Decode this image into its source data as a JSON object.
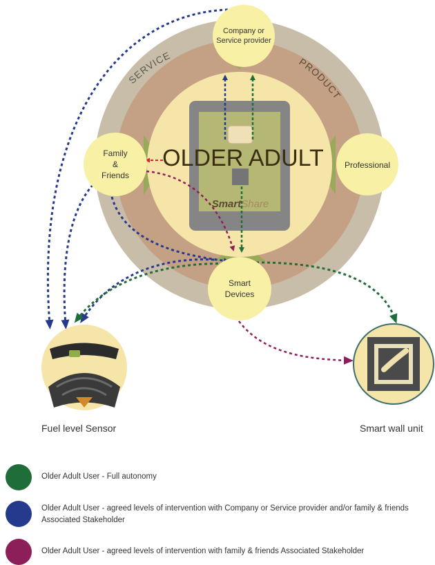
{
  "nodes": {
    "center": "OLDER ADULT",
    "company": [
      "Company or",
      "Service provider"
    ],
    "family": [
      "Family",
      "&",
      "Friends"
    ],
    "professional": "Professional",
    "smart_devices": [
      "Smart",
      "Devices"
    ]
  },
  "ring_labels": {
    "service": "SERVICE",
    "product": "PRODUCT"
  },
  "tablet_brand": {
    "part1": "Smart",
    "part2": "Share"
  },
  "captions": {
    "fuel_sensor": "Fuel level Sensor",
    "wall_unit": "Smart wall unit"
  },
  "legend": [
    {
      "color": "#1f6e3a",
      "icon": "green-circle",
      "text": "Older Adult User - Full autonomy"
    },
    {
      "color": "#253a8c",
      "icon": "blue-circle",
      "text": "Older Adult User - agreed levels of intervention with Company or Service provider and/or family & friends Associated Stakeholder"
    },
    {
      "color": "#8c1f5a",
      "icon": "purple-circle",
      "text": "Older Adult User - agreed levels of intervention with family & friends Associated Stakeholder"
    }
  ],
  "colors": {
    "outer_ring": "#c8bda8",
    "middle_ring": "#c4a184",
    "inner_disc": "#f6e5a8",
    "node": "#f8f0a4",
    "green_flow": "#1f6e3a",
    "blue_flow": "#253a8c",
    "purple_flow": "#8c1f5a",
    "red_flow": "#e0202a"
  }
}
